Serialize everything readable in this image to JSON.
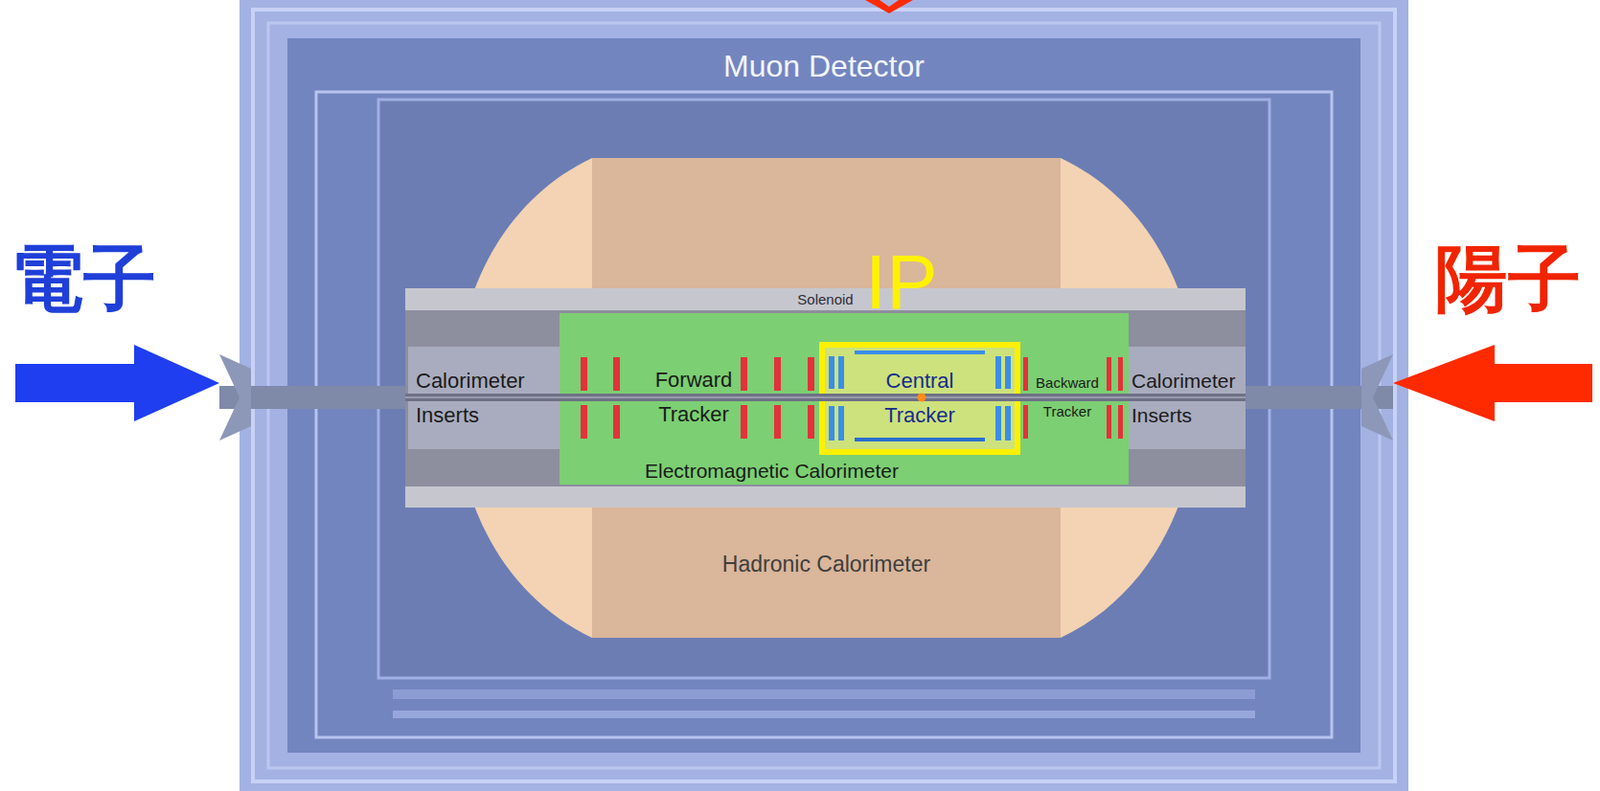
{
  "diagram": {
    "nodes": [
      {
        "text": [
          "Muon Detector"
        ]
      },
      {
        "text": [
          "Hadronic Calorimeter"
        ],
        "in": 0
      },
      {
        "text": [
          "Solenoid"
        ],
        "in": 0
      },
      {
        "text": [
          "Calorimeter Inserts"
        ],
        "in": 2
      },
      {
        "text": [
          "Electromagnetic Calorimeter"
        ],
        "in": 2
      },
      {
        "text": [
          "Forward Tracker"
        ],
        "in": 4
      },
      {
        "text": [
          "IP"
        ],
        "in": 4
      },
      {
        "text": [
          "Central Tracker"
        ],
        "in": 6
      },
      {
        "text": [
          "Backward Tracker"
        ],
        "in": 4
      },
      {
        "text": [
          "Calorimeter Inserts"
        ],
        "in": 2
      }
    ],
    "labels": [
      "電子",
      "陽子"
    ]
  }
}
